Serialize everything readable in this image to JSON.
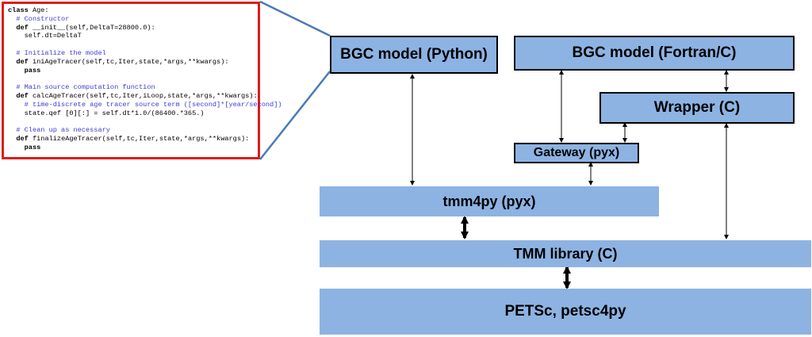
{
  "code": {
    "lines": [
      [
        {
          "t": "class",
          "c": "kw"
        },
        {
          "t": " Age:",
          "c": ""
        }
      ],
      [
        {
          "t": "  # Constructor",
          "c": "cm"
        }
      ],
      [
        {
          "t": "  ",
          "c": ""
        },
        {
          "t": "def",
          "c": "kw"
        },
        {
          "t": " __init__(self,DeltaT=28800.0):",
          "c": ""
        }
      ],
      [
        {
          "t": "    self.dt=DeltaT",
          "c": ""
        }
      ],
      [
        {
          "t": "",
          "c": ""
        }
      ],
      [
        {
          "t": "  # Initialize the model",
          "c": "cm"
        }
      ],
      [
        {
          "t": "  ",
          "c": ""
        },
        {
          "t": "def",
          "c": "kw"
        },
        {
          "t": " iniAgeTracer(self,tc,Iter,state,*args,**kwargs):",
          "c": ""
        }
      ],
      [
        {
          "t": "    ",
          "c": ""
        },
        {
          "t": "pass",
          "c": "kw"
        }
      ],
      [
        {
          "t": "",
          "c": ""
        }
      ],
      [
        {
          "t": "  # Main source computation function",
          "c": "cm"
        }
      ],
      [
        {
          "t": "  ",
          "c": ""
        },
        {
          "t": "def",
          "c": "kw"
        },
        {
          "t": " calcAgeTracer(self,tc,Iter,iLoop,state,*args,**kwargs):",
          "c": ""
        }
      ],
      [
        {
          "t": "    # time-discrete age tracer source term ([second]*[year/second])",
          "c": "cm"
        }
      ],
      [
        {
          "t": "    state.qef [0][:] = self.dt*1.0/(86400.*365.)",
          "c": ""
        }
      ],
      [
        {
          "t": "",
          "c": ""
        }
      ],
      [
        {
          "t": "  # Clean up as necessary",
          "c": "cm"
        }
      ],
      [
        {
          "t": "  ",
          "c": ""
        },
        {
          "t": "def",
          "c": "kw"
        },
        {
          "t": " finalizeAgeTracer(self,tc,Iter,state,*args,**kwargs):",
          "c": ""
        }
      ],
      [
        {
          "t": "    ",
          "c": ""
        },
        {
          "t": "pass",
          "c": "kw"
        }
      ]
    ]
  },
  "diagram": {
    "bgc_python": "BGC model (Python)",
    "bgc_fortran": "BGC model (Fortran/C)",
    "wrapper": "Wrapper (C)",
    "gateway": "Gateway (pyx)",
    "tmm4py": "tmm4py (pyx)",
    "tmm_library": "TMM library (C)",
    "petsc": "PETSc, petsc4py"
  },
  "colors": {
    "box_fill": "#8db3e2",
    "code_border": "#e01b1b",
    "callout_line": "#4a7ab5",
    "comment": "#3b3bd6"
  }
}
